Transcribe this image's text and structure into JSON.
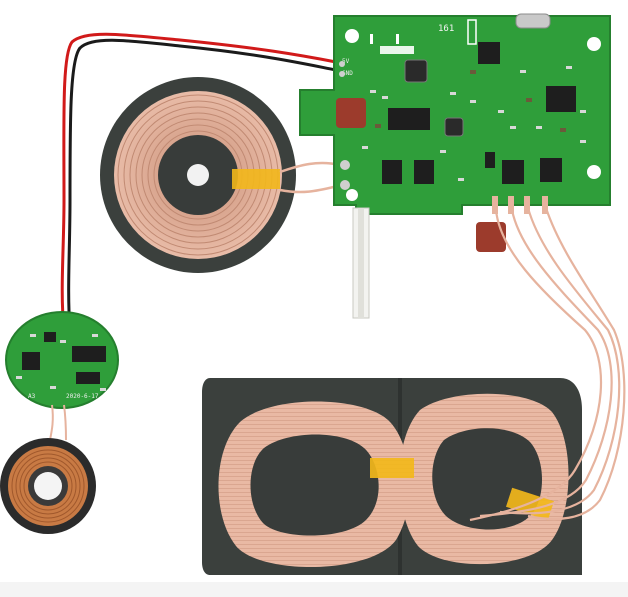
{
  "image": {
    "main_board_label": "161",
    "round_board_label": "2020-6-17",
    "round_board_ref": "A3",
    "pad_labels": [
      "5V",
      "GND"
    ],
    "colors": {
      "background": "#ffffff",
      "pcb": "#2f9e3a",
      "ferrite": "#3b403d",
      "copper": "#e6b39e",
      "tape": "#f2b71b",
      "wire_red": "#d11a1a",
      "wire_black": "#1b1b1b",
      "capacitor": "#9c3b2c"
    }
  }
}
